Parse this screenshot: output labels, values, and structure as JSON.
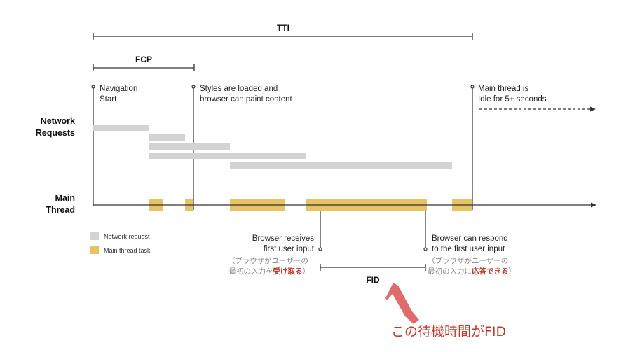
{
  "metrics": {
    "tti": "TTI",
    "fcp": "FCP",
    "fid": "FID"
  },
  "rows": {
    "network_line1": "Network",
    "network_line2": "Requests",
    "main_line1": "Main",
    "main_line2": "Thread"
  },
  "milestones": {
    "navigation_line1": "Navigation",
    "navigation_line2": "Start",
    "styles_line1": "Styles are loaded and",
    "styles_line2": "browser can paint content",
    "idle_line1": "Main thread is",
    "idle_line2": "Idle for 5+ seconds",
    "receives_line1": "Browser receives",
    "receives_line2": "first user input",
    "respond_line1": "Browser can respond",
    "respond_line2": "to the first user input"
  },
  "japanese": {
    "receives_line1": "（ブラウザがユーザーの",
    "receives_line2_plain": "最初の入力を",
    "receives_line2_red": "受け取る",
    "receives_line2_close": "）",
    "respond_line1": "（ブラウザがユーザーの",
    "respond_line2_plain": "最初の入力に",
    "respond_line2_red": "応答できる",
    "respond_line2_close": "）"
  },
  "legend": {
    "network": "Network request",
    "main": "Main thread task"
  },
  "caption": "この待機時間がFID",
  "colors": {
    "network_bar": "#d3d3d3",
    "task_bar": "#e8c364",
    "highlight_red": "#c0392b",
    "arrow": "#e06b6b",
    "line": "#333333"
  }
}
